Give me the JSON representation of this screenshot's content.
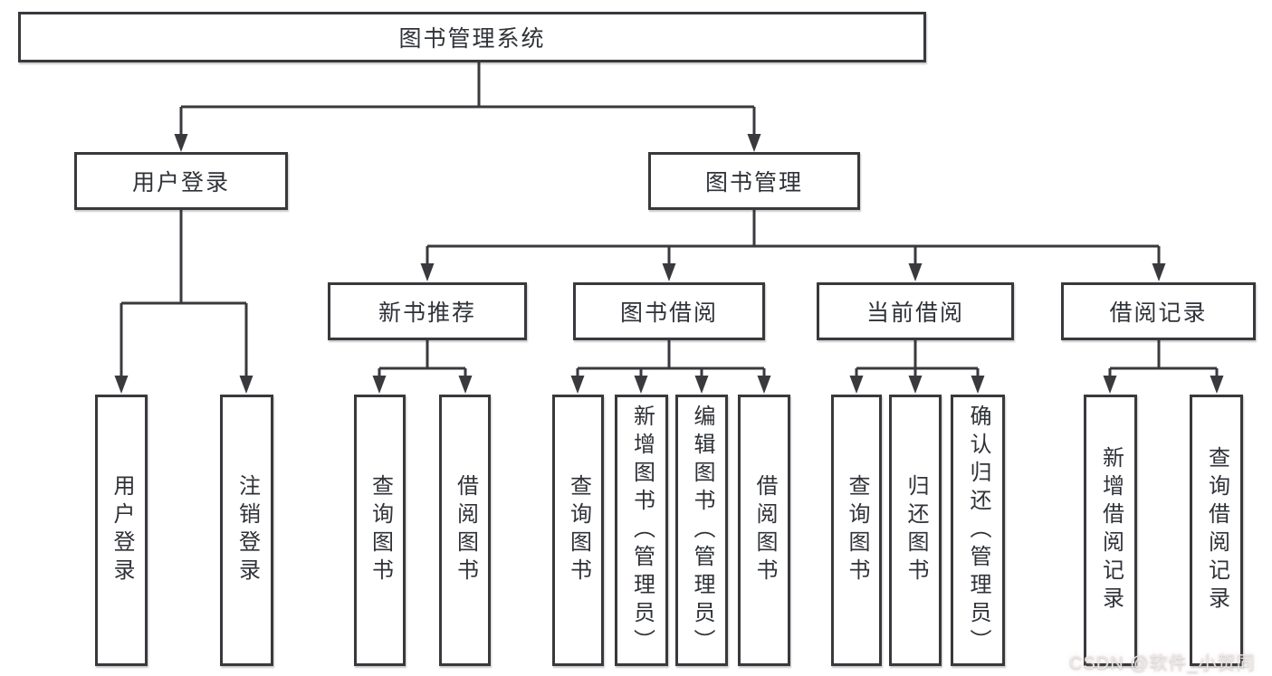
{
  "diagram": {
    "type": "function-structure-tree",
    "title": "图书管理系统",
    "watermark": "CSDN @软件_小贺同学",
    "colors": {
      "background": "#ffffff",
      "line": "#3a3a3e",
      "box_border": "#39393d",
      "text": "#2f3237",
      "watermark_text": "#e9e9e9"
    },
    "root": {
      "label": "图书管理系统"
    },
    "branches": [
      {
        "label": "用户登录",
        "children": [
          {
            "label": "用户登录"
          },
          {
            "label": "注销登录"
          }
        ]
      },
      {
        "label": "图书管理",
        "children": [
          {
            "label": "新书推荐",
            "children": [
              {
                "label": "查询图书"
              },
              {
                "label": "借阅图书"
              }
            ]
          },
          {
            "label": "图书借阅",
            "children": [
              {
                "label": "查询图书"
              },
              {
                "label": "新增图书（管理员）"
              },
              {
                "label": "编辑图书（管理员）"
              },
              {
                "label": "借阅图书"
              }
            ]
          },
          {
            "label": "当前借阅",
            "children": [
              {
                "label": "查询图书"
              },
              {
                "label": "归还图书"
              },
              {
                "label": "确认归还（管理员）"
              }
            ]
          },
          {
            "label": "借阅记录",
            "children": [
              {
                "label": "新增借阅记录"
              },
              {
                "label": "查询借阅记录"
              }
            ]
          }
        ]
      }
    ]
  }
}
